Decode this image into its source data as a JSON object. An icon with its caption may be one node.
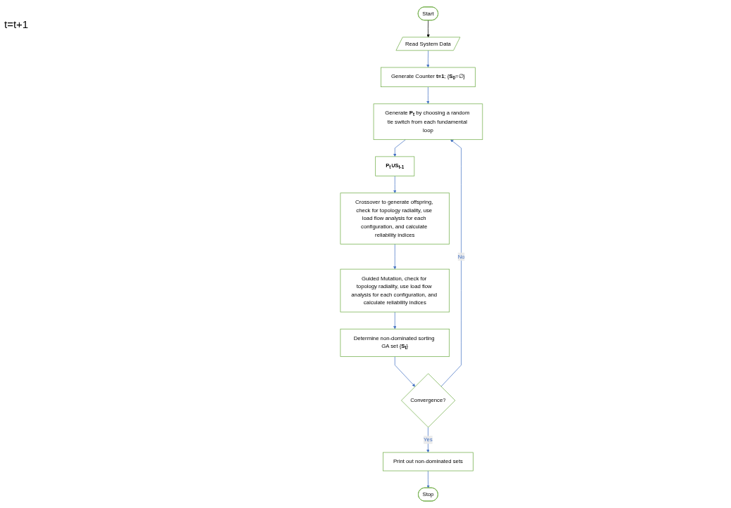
{
  "diagram": {
    "nodes": [
      {
        "text": [
          "Start"
        ]
      },
      {
        "text": [
          "Read System Data"
        ]
      },
      {
        "text": [
          "Generate Counter **t=1**; {**S$_{0}$**=∅}"
        ]
      },
      {
        "text": [
          "Generate **P$_{t}$** by choosing a random tie switch from each fundamental loop"
        ]
      },
      {
        "text": [
          "**P$_{t}$∪S$_{t-1}$**"
        ]
      },
      {
        "text": [
          "Crossover to generate offspring, check for topology radiality, use load flow analysis for each configuration, and calculate reliability indices"
        ]
      },
      {
        "text": [
          "Guided Mutation, check for topology radiality, use load flow analysis for each configuration, and calculate reliability indices"
        ]
      },
      {
        "text": [
          "Determine non-dominated sorting GA set {**S$_{t}$**}"
        ]
      },
      {
        "text": [
          "Convergence?"
        ]
      },
      {
        "text": [
          "Print out non-dominated sets"
        ]
      },
      {
        "text": [
          "Stop"
        ]
      }
    ],
    "edges": [
      {
        "from": 0,
        "to": 1,
        "arrow": "to",
        "color": "#000000"
      },
      {
        "from": 1,
        "to": 2,
        "arrow": "to"
      },
      {
        "from": 2,
        "to": 3,
        "arrow": "to"
      },
      {
        "from": 3,
        "to": 4,
        "arrow": "to"
      },
      {
        "from": 4,
        "to": 5,
        "arrow": "to"
      },
      {
        "from": 5,
        "to": 6,
        "arrow": "to"
      },
      {
        "from": 6,
        "to": 7,
        "arrow": "to"
      },
      {
        "from": 7,
        "to": 8,
        "arrow": "to"
      },
      {
        "from": 8,
        "to": 9,
        "label": "Yes",
        "arrow": "to"
      },
      {
        "from": 9,
        "to": 10,
        "arrow": "to"
      },
      {
        "from": 8,
        "to": 3,
        "label": "No",
        "arrow": "to"
      }
    ],
    "labels": [
      "t=t+1"
    ]
  }
}
